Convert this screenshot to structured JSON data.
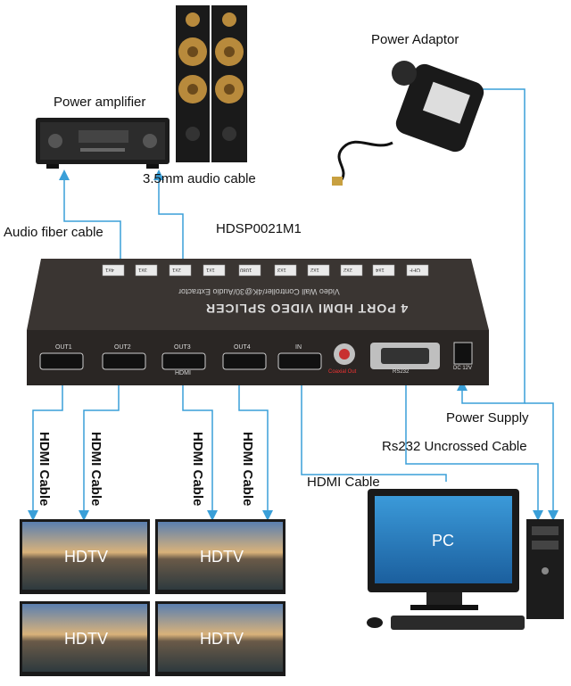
{
  "labels": {
    "power_adaptor": "Power Adaptor",
    "power_amplifier": "Power amplifier",
    "audio_cable": "3.5mm audio cable",
    "audio_fiber": "Audio fiber cable",
    "model": "HDSP0021M1",
    "power_supply": "Power Supply",
    "rs232": "Rs232 Uncrossed Cable",
    "hdmi_cable": "HDMI Cable",
    "hdmi_vertical": [
      "HDMI Cable",
      "HDMI Cable",
      "HDMI Cable",
      "HDMI Cable"
    ]
  },
  "device": {
    "title": "4 PORT HDMI VIDEO SPLICER",
    "subtitle": "Video Wall Controller/4K@30/Audio Extractor",
    "buttons": [
      "4x1",
      "3x1",
      "2x1",
      "1x1",
      "1080",
      "1x3",
      "1x2",
      "2x2",
      "1x4",
      "OFF"
    ],
    "ports": [
      "OUT1",
      "OUT2",
      "OUT3",
      "OUT4",
      "IN"
    ],
    "hdmi_tag": "HDMI",
    "coaxial": "Coaxial Out",
    "rs232_port": "RS232",
    "dc": "DC 12V"
  },
  "screens": {
    "tv": [
      "HDTV",
      "HDTV",
      "HDTV",
      "HDTV"
    ],
    "pc": "PC"
  },
  "colors": {
    "line": "#3a9fd8",
    "device_body": "#2a2624"
  }
}
